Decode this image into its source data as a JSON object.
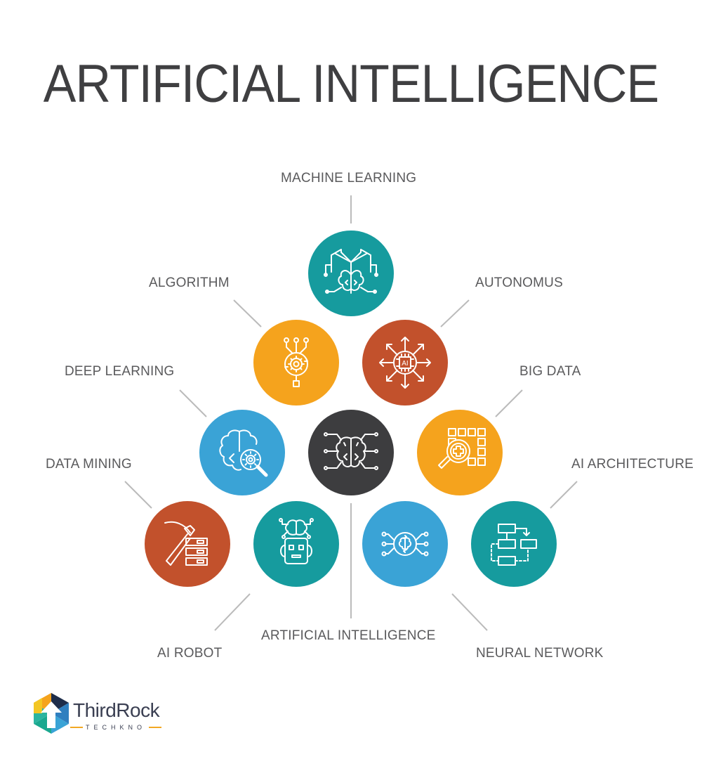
{
  "title": "ARTIFICIAL INTELLIGENCE",
  "colors": {
    "teal": "#169b9e",
    "orange": "#f5a31d",
    "rust": "#c2512c",
    "blue": "#3aa3d6",
    "dark": "#3d3d3f",
    "text": "#5a5a5c",
    "line": "#bbbbbb"
  },
  "nodes": [
    {
      "id": "machine-learning",
      "label": "MACHINE LEARNING",
      "color": "teal",
      "icon": "book-brain-icon"
    },
    {
      "id": "algorithm",
      "label": "ALGORITHM",
      "color": "orange",
      "icon": "gear-cycle-icon"
    },
    {
      "id": "autonomus",
      "label": "AUTONOMUS",
      "color": "rust",
      "icon": "ai-chip-arrows-icon"
    },
    {
      "id": "deep-learning",
      "label": "DEEP LEARNING",
      "color": "blue",
      "icon": "brain-magnifier-gear-icon"
    },
    {
      "id": "artificial-intelligence",
      "label": "ARTIFICIAL INTELLIGENCE",
      "color": "dark",
      "icon": "circuit-brain-icon"
    },
    {
      "id": "big-data",
      "label": "BIG DATA",
      "color": "orange",
      "icon": "grid-magnifier-icon"
    },
    {
      "id": "data-mining",
      "label": "DATA MINING",
      "color": "rust",
      "icon": "pickaxe-servers-icon"
    },
    {
      "id": "ai-robot",
      "label": "AI ROBOT",
      "color": "teal",
      "icon": "robot-brain-icon"
    },
    {
      "id": "neural-network",
      "label": "NEURAL NETWORK",
      "color": "blue",
      "icon": "network-brain-icon"
    },
    {
      "id": "ai-architecture",
      "label": "AI ARCHITECTURE",
      "color": "teal",
      "icon": "flowchart-icon"
    }
  ],
  "logo": {
    "name": "ThirdRock",
    "tagline": "TECHKNO"
  }
}
